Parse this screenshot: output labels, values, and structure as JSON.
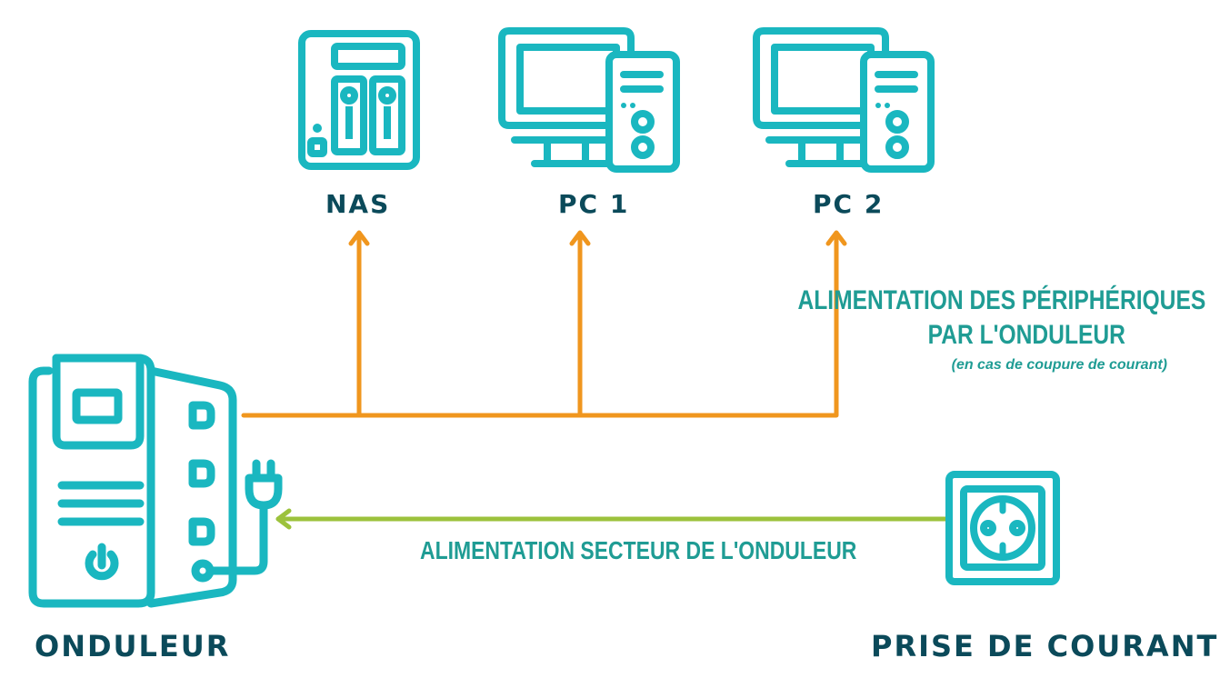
{
  "devices": {
    "nas": {
      "label": "NAS"
    },
    "pc1": {
      "label": "PC 1"
    },
    "pc2": {
      "label": "PC 2"
    },
    "ups": {
      "label": "ONDULEUR"
    },
    "outlet": {
      "label": "PRISE DE COURANT"
    }
  },
  "flows": {
    "ups_output": {
      "line1": "ALIMENTATION DES PÉRIPHÉRIQUES",
      "line2": "PAR L'ONDULEUR",
      "note": "(en cas de coupure de courant)"
    },
    "mains_input": {
      "label": "ALIMENTATION SECTEUR DE L'ONDULEUR"
    }
  },
  "colors": {
    "icon": "#1ab7c0",
    "device_label": "#0b4a5a",
    "flow_label": "#1f9c94",
    "ups_output_line": "#f0961e",
    "mains_input_line": "#9cc23c"
  },
  "icons": {
    "nas": "nas-icon",
    "pc": "desktop-computer-icon",
    "ups": "ups-icon",
    "outlet": "power-outlet-icon"
  }
}
